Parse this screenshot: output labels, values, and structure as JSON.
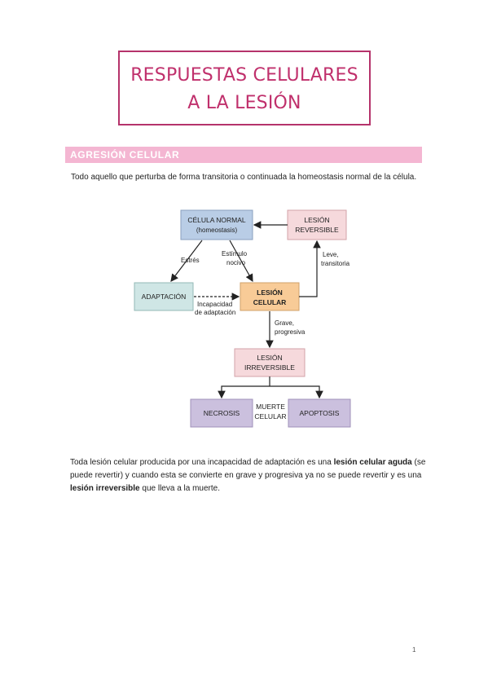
{
  "title": {
    "line1": "RESPUESTAS CELULARES",
    "line2": "A LA LESIÓN"
  },
  "section": {
    "heading": "AGRESIÓN CELULAR"
  },
  "intro": "Todo aquello que perturba de forma transitoria o continuada la homeostasis normal de la célula.",
  "diagram": {
    "celula_normal": [
      "CÉLULA NORMAL",
      "(homeostasis)"
    ],
    "lesion_reversible": [
      "LESIÓN",
      "REVERSIBLE"
    ],
    "adaptacion": "ADAPTACIÓN",
    "lesion_celular": [
      "LESIÓN",
      "CELULAR"
    ],
    "lesion_irreversible": [
      "LESIÓN",
      "IRREVERSIBLE"
    ],
    "necrosis": "NECROSIS",
    "apoptosis": "APOPTOSIS",
    "muerte_celular": [
      "MUERTE",
      "CELULAR"
    ],
    "label_estres": "Estrés",
    "label_estimulo": [
      "Estímulo",
      "nocivo"
    ],
    "label_leve": [
      "Leve,",
      "transitoria"
    ],
    "label_incapacidad": [
      "Incapacidad",
      "de adaptación"
    ],
    "label_grave": [
      "Grave,",
      "progresiva"
    ]
  },
  "body": {
    "p1": "Toda lesión celular producida por una incapacidad de adaptación es una ",
    "b1": "lesión celular aguda",
    "p2": " (se puede revertir) y cuando esta se convierte en grave y progresiva ya no se puede revertir y es una ",
    "b2": "lesión irreversible",
    "p3": " que lleva a la muerte."
  },
  "page_number": "1",
  "colors": {
    "accent": "#c0306c",
    "section_bar": "#f4b6d2",
    "blue_box": "#b9cde6",
    "pink_box": "#f6d9dc",
    "green_box": "#cfe6e5",
    "orange_box": "#f8cb97",
    "purple_box": "#cbc0de"
  }
}
